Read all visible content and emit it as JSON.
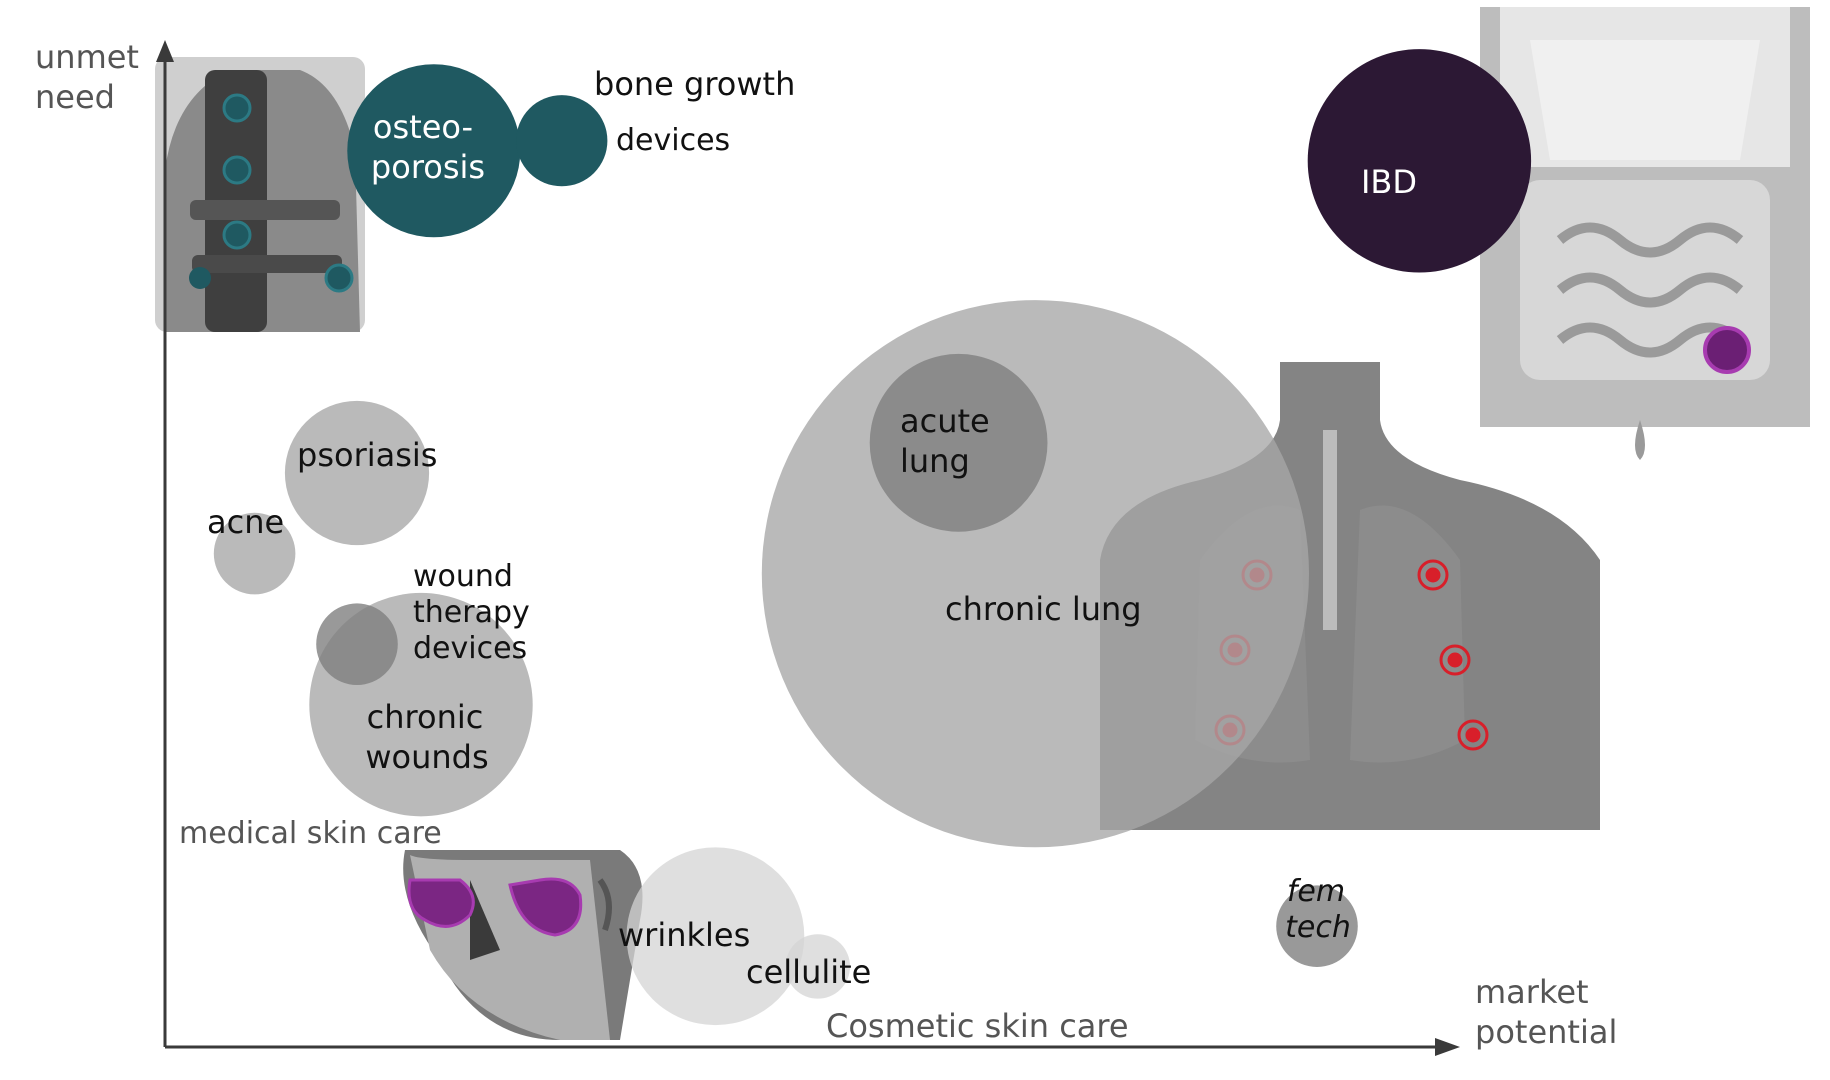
{
  "chart_data": {
    "type": "bubble",
    "title": "",
    "xlabel": "market potential",
    "ylabel": "unmet need",
    "grid": false,
    "legend": "none",
    "colors": {
      "teal": "#1f5961",
      "purple": "#2c1834",
      "grey": "#a6a6a6",
      "dark_grey": "#7f7f7f",
      "light_grey": "#d4d4d4",
      "axis": "#3a3a3a",
      "magenta": "#8b2d8f",
      "red": "#d81f2a"
    },
    "bubbles": [
      {
        "label": "osteo-porosis",
        "lines": [
          "osteo-",
          "porosis"
        ],
        "x": 2.1,
        "y": 8.9,
        "size": 3.6,
        "color": "teal"
      },
      {
        "label": "bone growth devices",
        "lines": [],
        "x": 3.1,
        "y": 9.0,
        "size": 1.0,
        "color": "teal"
      },
      {
        "label": "IBD",
        "lines": [
          "IBD"
        ],
        "x": 9.8,
        "y": 8.8,
        "size": 6.0,
        "color": "purple"
      },
      {
        "label": "psoriasis",
        "lines": [
          "psoriasis"
        ],
        "x": 1.5,
        "y": 5.7,
        "size": 2.5,
        "color": "grey"
      },
      {
        "label": "acne",
        "lines": [
          "acne"
        ],
        "x": 0.7,
        "y": 4.9,
        "size": 0.8,
        "color": "grey"
      },
      {
        "label": "wound therapy devices",
        "lines": [],
        "x": 1.5,
        "y": 4.0,
        "size": 0.8,
        "color": "dark_grey"
      },
      {
        "label": "chronic wounds",
        "lines": [
          "chronic",
          "wounds"
        ],
        "x": 2.0,
        "y": 3.4,
        "size": 6.0,
        "color": "grey"
      },
      {
        "label": "chronic lung",
        "lines": [],
        "x": 6.8,
        "y": 4.7,
        "size": 36.0,
        "color": "grey"
      },
      {
        "label": "acute lung",
        "lines": [
          "acute",
          "lung"
        ],
        "x": 6.2,
        "y": 6.0,
        "size": 3.8,
        "color": "dark_grey"
      },
      {
        "label": "wrinkles",
        "lines": [],
        "x": 4.3,
        "y": 1.1,
        "size": 3.8,
        "color": "light_grey"
      },
      {
        "label": "cellulite",
        "lines": [],
        "x": 5.1,
        "y": 0.8,
        "size": 0.5,
        "color": "light_grey"
      },
      {
        "label": "fem tech",
        "lines": [
          "fem",
          "tech"
        ],
        "x": 9.0,
        "y": 1.2,
        "size": 0.8,
        "color": "dark_grey"
      }
    ],
    "annotations": {
      "bone_growth": "bone growth",
      "devices": "devices",
      "wound_lines": [
        "wound",
        "therapy",
        "devices"
      ],
      "chronic_lung": "chronic lung",
      "wrinkles": "wrinkles",
      "cellulite": "cellulite",
      "medical_skin_care": "medical skin care",
      "cosmetic_skin_care": "Cosmetic skin care"
    },
    "axis_labels": {
      "y_lines": [
        "unmet",
        "need"
      ],
      "x_lines": [
        "market",
        "potential"
      ]
    },
    "illustrations": [
      "back-brace",
      "stomach-belt",
      "chest-lungs",
      "face-mask"
    ]
  }
}
